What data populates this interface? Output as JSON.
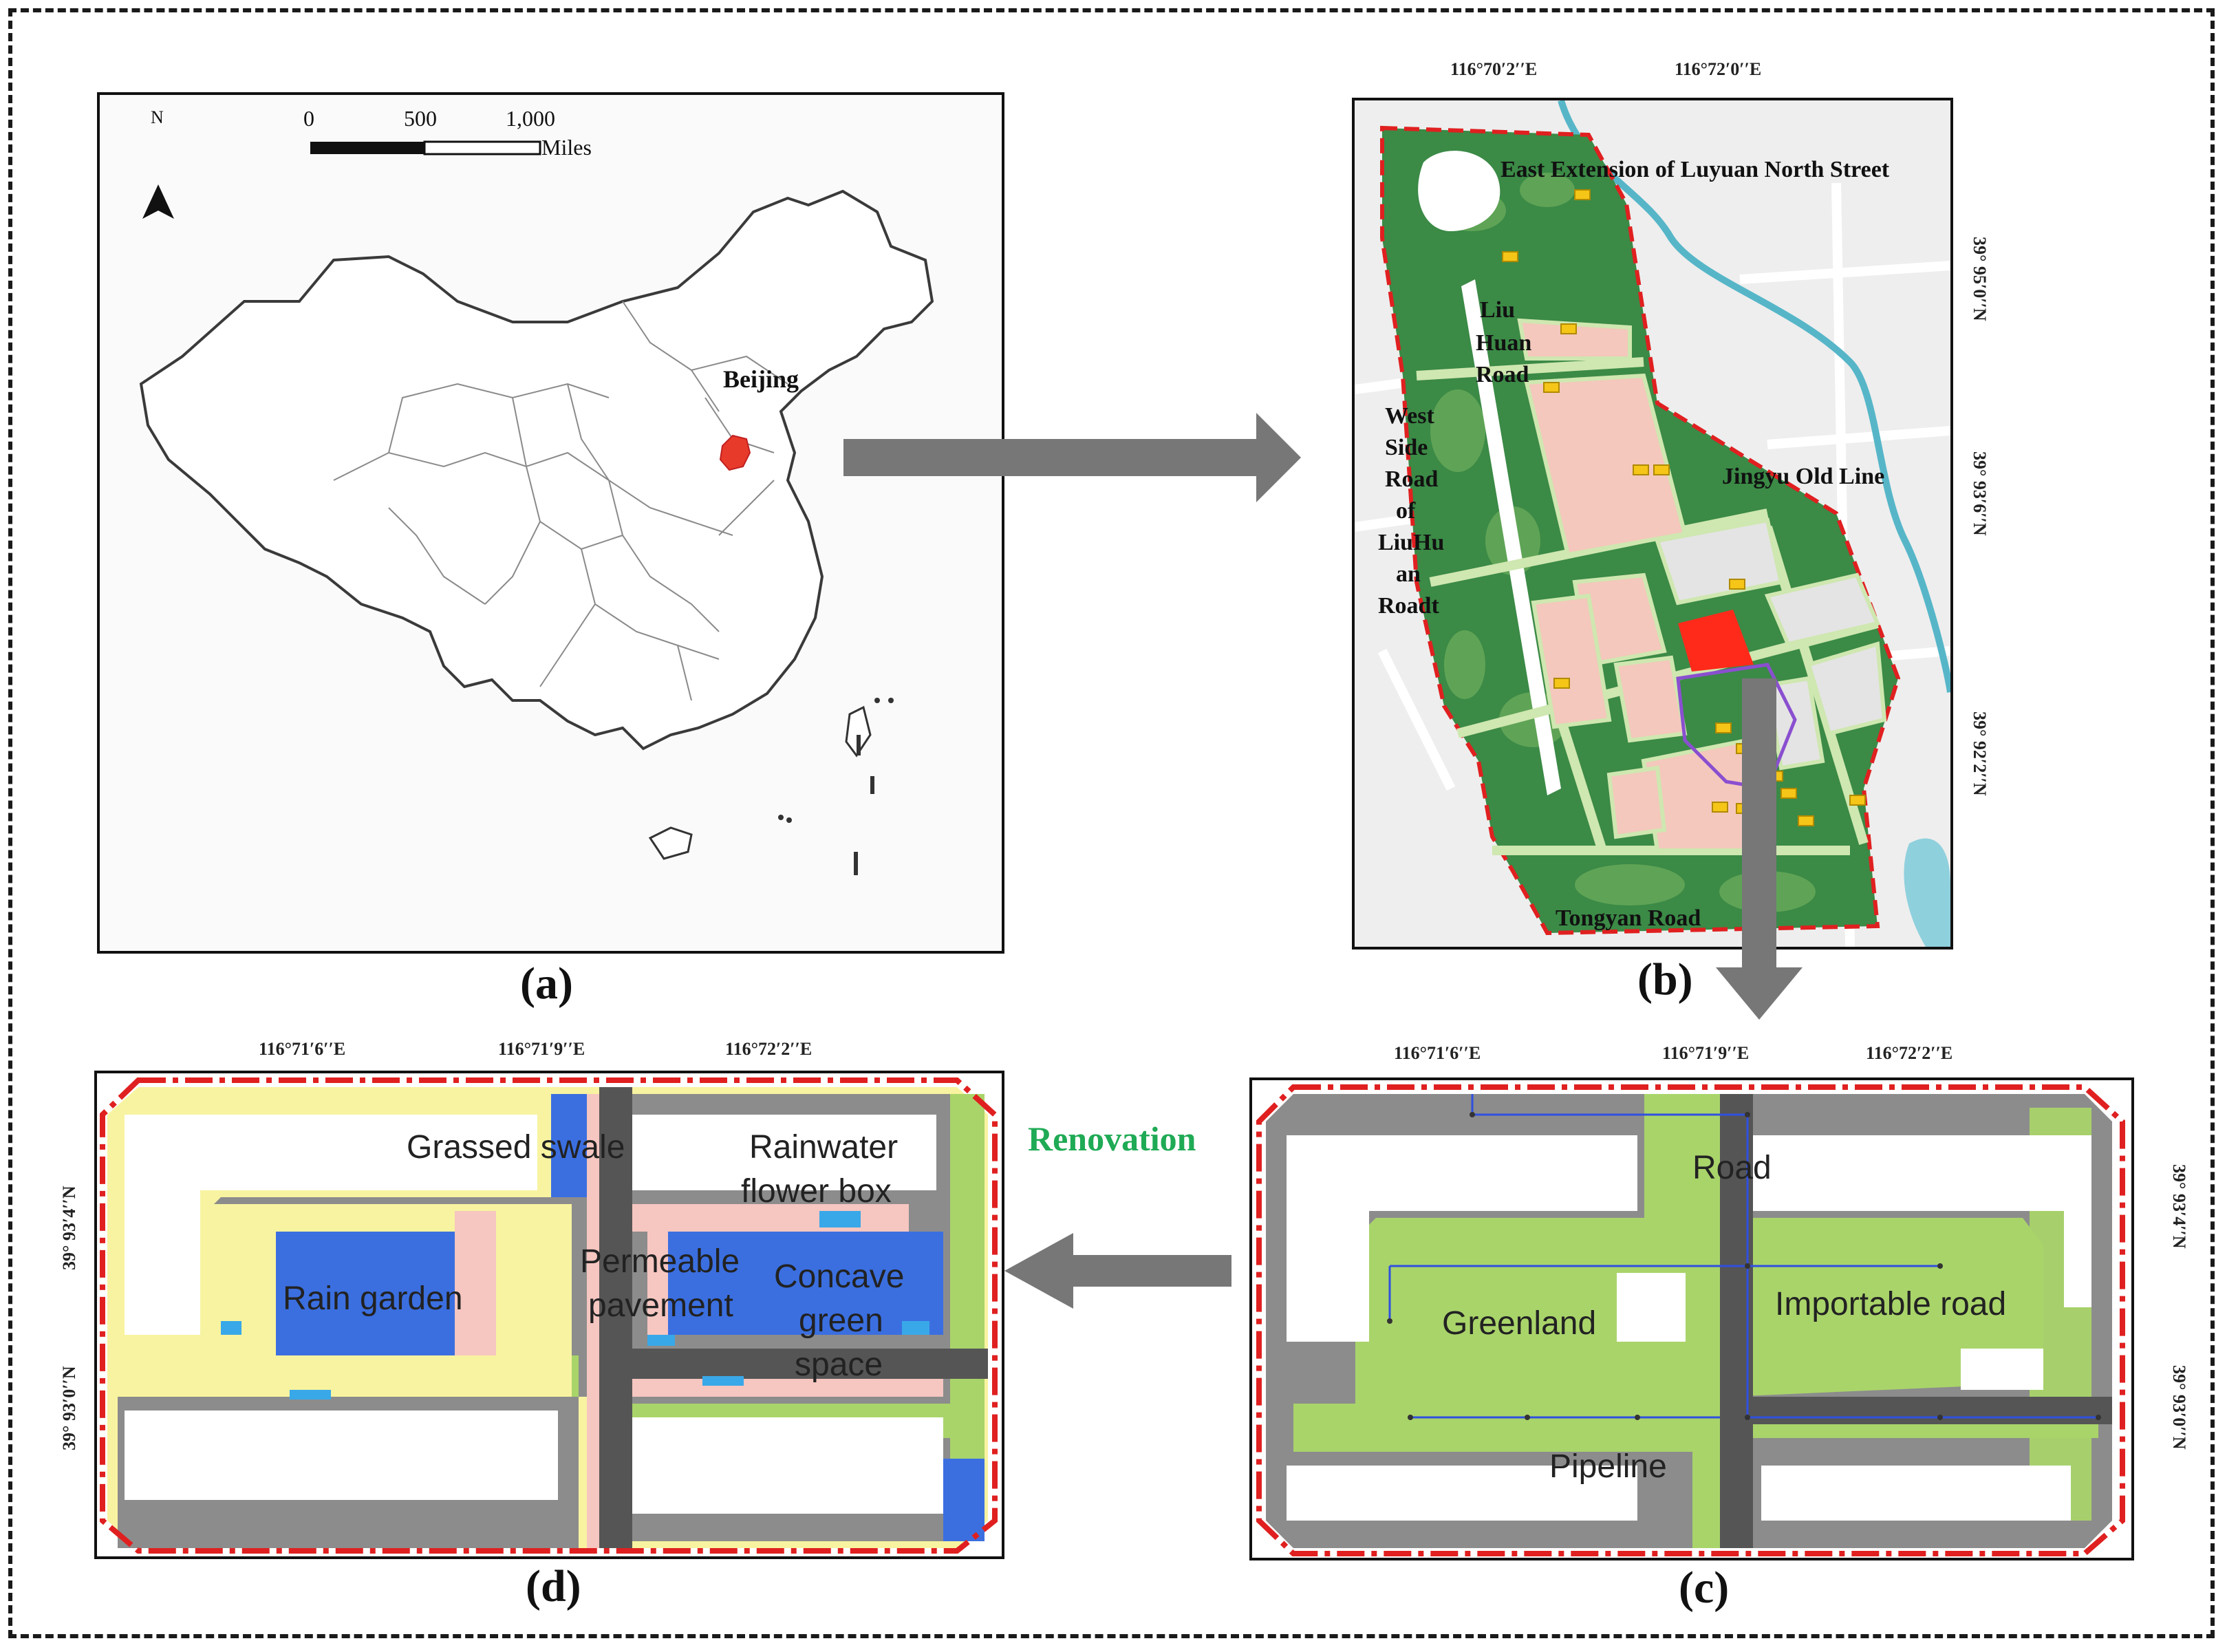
{
  "panels": {
    "a": {
      "letter": "(a)",
      "scale": {
        "tick0": "0",
        "tick1": "500",
        "tick2": "1,000",
        "unit": "Miles"
      },
      "north": "N",
      "city_label": "Beijing"
    },
    "b": {
      "letter": "(b)",
      "top_coords": [
        "116°70′2′′E",
        "116°72′0′′E"
      ],
      "right_coords": [
        "39° 95′0′′N",
        "39° 93′6′′N",
        "39° 92′2′′N"
      ],
      "labels": {
        "north_street": "East Extension of Luyuan North Street",
        "liu_huan": [
          "Liu",
          "Huan",
          "Road"
        ],
        "west_side": [
          "West",
          "Side",
          "Road",
          "of",
          "LiuHu",
          "an",
          "Roadt"
        ],
        "jingyu": "Jingyu Old Line",
        "tongyan": "Tongyan Road"
      }
    },
    "c": {
      "letter": "(c)",
      "top_coords": [
        "116°71′6′′E",
        "116°71′9′′E",
        "116°72′2′′E"
      ],
      "right_coords": [
        "39° 93′4′′N",
        "39° 93′0′′N"
      ],
      "labels": {
        "road": "Road",
        "greenland": "Greenland",
        "importable_road": "Importable road",
        "pipeline": "Pipeline"
      }
    },
    "d": {
      "letter": "(d)",
      "top_coords": [
        "116°71′6′′E",
        "116°71′9′′E",
        "116°72′2′′E"
      ],
      "left_coords": [
        "39° 93′4′′N",
        "39° 93′0′′N"
      ],
      "labels": {
        "grassed_swale": "Grassed swale",
        "rainwater_box": [
          "Rainwater",
          "flower box"
        ],
        "permeable": [
          "Permeable",
          "pavement"
        ],
        "rain_garden": "Rain garden",
        "concave": [
          "Concave",
          "green",
          "space"
        ]
      }
    }
  },
  "renovation_label": "Renovation",
  "colors": {
    "boundary_red": "#e02020",
    "renovation_green": "#1faa55",
    "arrow_gray": "#777777",
    "greenland": "#a9d46a",
    "road_gray": "#555555",
    "building_gray": "#8c8c8c",
    "rain_garden_blue": "#3b6fe0",
    "permeable_pink": "#f6c6c0",
    "swale_yellow": "#f8f3a0",
    "beijing_red": "#e83a2a",
    "park_green": "#3b8a46"
  }
}
